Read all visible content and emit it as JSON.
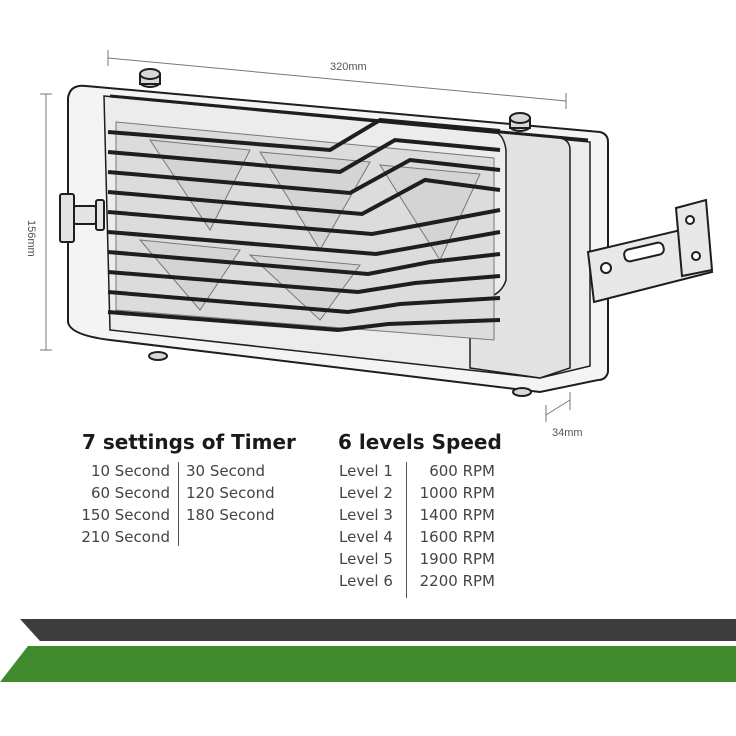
{
  "dimensions": {
    "width": "320mm",
    "height": "156mm",
    "depth": "34mm"
  },
  "timer": {
    "heading": "7 settings of Timer",
    "left": [
      "10 Second",
      "60 Second",
      "150 Second",
      "210 Second"
    ],
    "right": [
      "30 Second",
      "120 Second",
      "180 Second"
    ]
  },
  "speed": {
    "heading": "6 levels Speed",
    "levels": [
      "Level 1",
      "Level 2",
      "Level 3",
      "Level 4",
      "Level 5",
      "Level 6"
    ],
    "rpm": [
      "600 RPM",
      "1000 RPM",
      "1400 RPM",
      "1600 RPM",
      "1900 RPM",
      "2200 RPM"
    ]
  },
  "colors": {
    "band_dark": "#3d3d3d",
    "band_green": "#3e8a2c",
    "outline": "#1e1e1e"
  },
  "icons": [
    "fan-unit-drawing",
    "mounting-bracket-icon",
    "knob-icon"
  ]
}
